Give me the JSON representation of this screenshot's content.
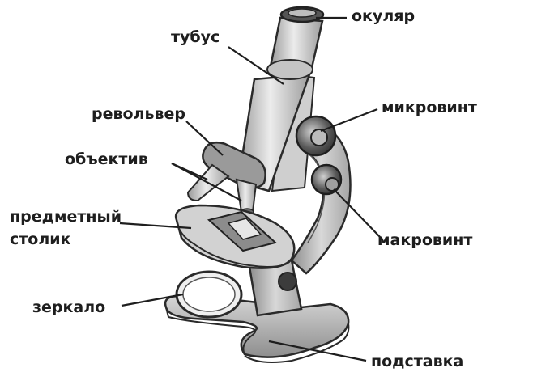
{
  "labels": {
    "okular": "окуляр",
    "tubus": "тубус",
    "revolver": "револьвер",
    "mikrovint": "микровинт",
    "obektiv": "объектив",
    "predmetny_line1": "предметный",
    "predmetny_line2": "столик",
    "makrovint": "макровинт",
    "zerkalo": "зеркало",
    "podstavka": "подставка"
  },
  "colors": {
    "outline": "#2a2a2a",
    "metal_light": "#e6e6e6",
    "metal_mid": "#b9b9b9",
    "metal_dark": "#8c8c8c",
    "knob_dark": "#3c3c3c",
    "leader_line": "#1e1e1e"
  }
}
